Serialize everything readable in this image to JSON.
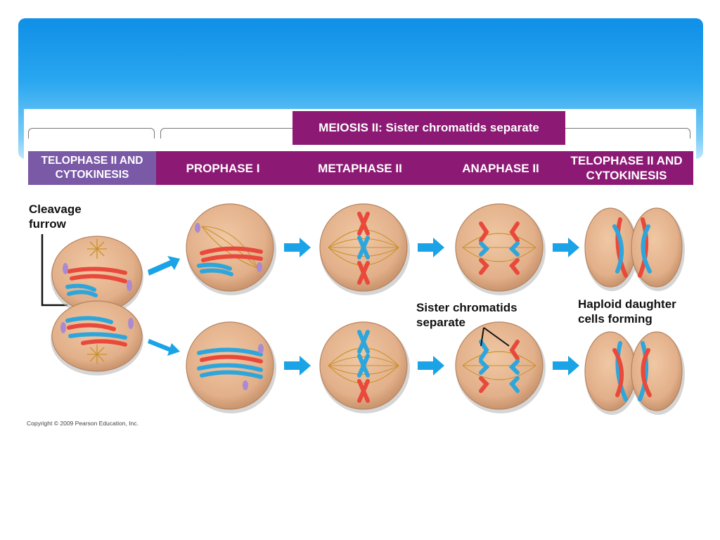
{
  "header": {
    "meiosis_title": "MEIOSIS II: Sister chromatids separate",
    "stages": {
      "previous": "TELOPHASE II AND CYTOKINESIS",
      "prophase": "PROPHASE I",
      "metaphase": "METAPHASE II",
      "anaphase": "ANAPHASE II",
      "telophase": "TELOPHASE II AND CYTOKINESIS"
    }
  },
  "labels": {
    "cleavage_furrow": "Cleavage furrow",
    "sister_chromatids": "Sister chromatids separate",
    "haploid_cells": "Haploid daughter cells forming"
  },
  "copyright": "Copyright © 2009 Pearson Education, Inc.",
  "colors": {
    "banner_top": "#0f8fe6",
    "stage_bar": "#8c1a74",
    "previous_stage_bar": "#7a5aa7",
    "cell_fill": "#e7b892",
    "chromosome_red": "#e8493b",
    "chromosome_blue": "#2ea6dc",
    "arrow": "#1aa3e6"
  }
}
